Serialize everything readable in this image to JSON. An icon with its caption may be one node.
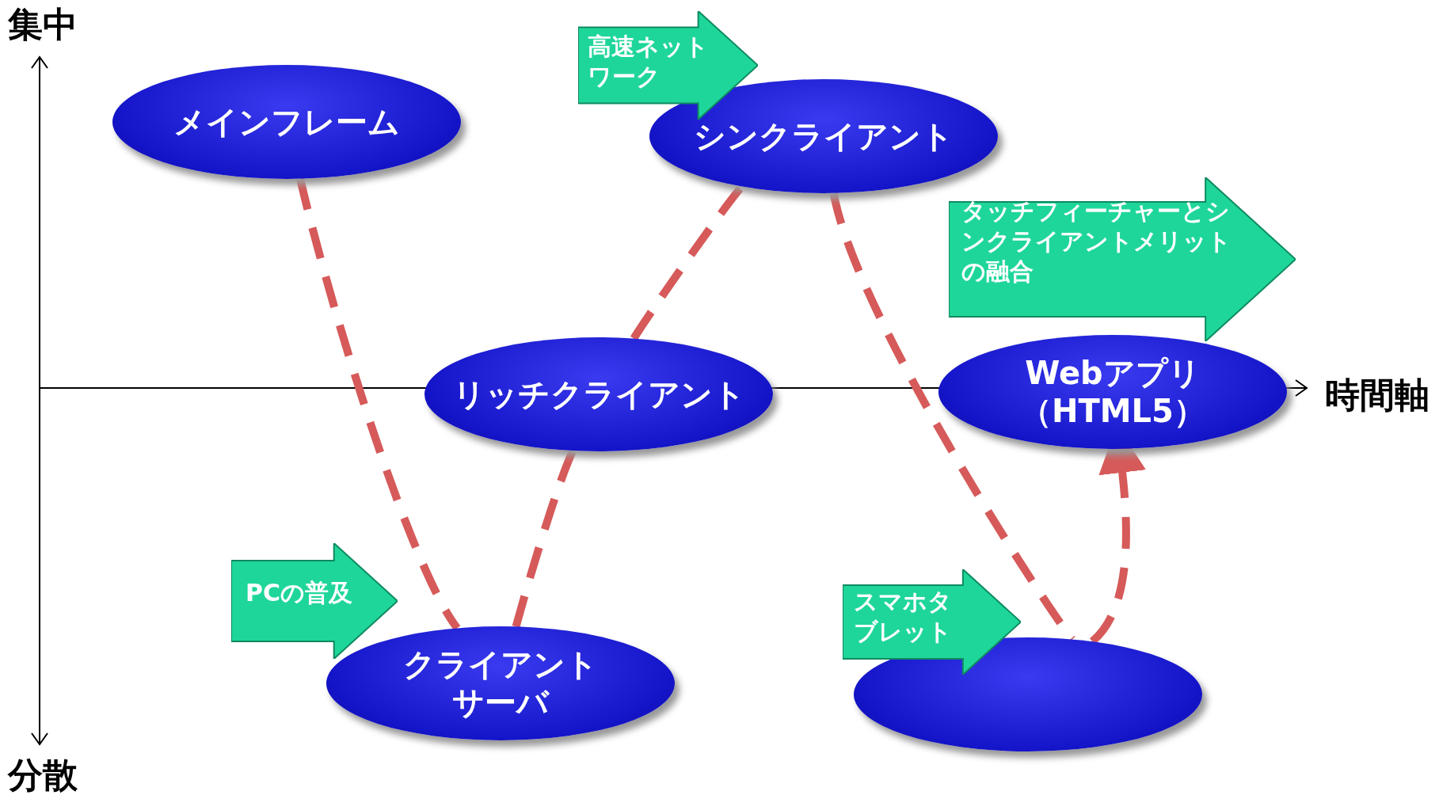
{
  "diagram": {
    "nodes": [
      {
        "text": [
          "メインフレーム"
        ]
      },
      {
        "text": [
          "高速ネットワーク"
        ]
      },
      {
        "text": [
          "シンクライアント"
        ]
      },
      {
        "text": [
          "タッチフィーチャーとシンクライアントメリットの融合"
        ]
      },
      {
        "text": [
          "リッチクライアント"
        ]
      },
      {
        "text": [
          "Webアプリ（HTML5）"
        ]
      },
      {
        "text": [
          "PCの普及"
        ]
      },
      {
        "text": [
          "クライアントサーバ"
        ]
      },
      {
        "text": [
          "スマホタブレット"
        ]
      },
      {
        "text": [],
        "shape": "ellipse"
      }
    ],
    "edges": [
      {
        "from": 0,
        "to": 7,
        "arrow": "none",
        "style": "dashed"
      },
      {
        "from": 7,
        "to": 4,
        "arrow": "none",
        "style": "dashed"
      },
      {
        "from": 4,
        "to": 2,
        "arrow": "none",
        "style": "dashed"
      },
      {
        "from": 2,
        "to": 9,
        "arrow": "none",
        "style": "dashed"
      },
      {
        "from": 9,
        "to": 5,
        "arrow": "to",
        "style": "dashed"
      }
    ],
    "labels": [
      "集中",
      "時間軸",
      "分散"
    ]
  }
}
